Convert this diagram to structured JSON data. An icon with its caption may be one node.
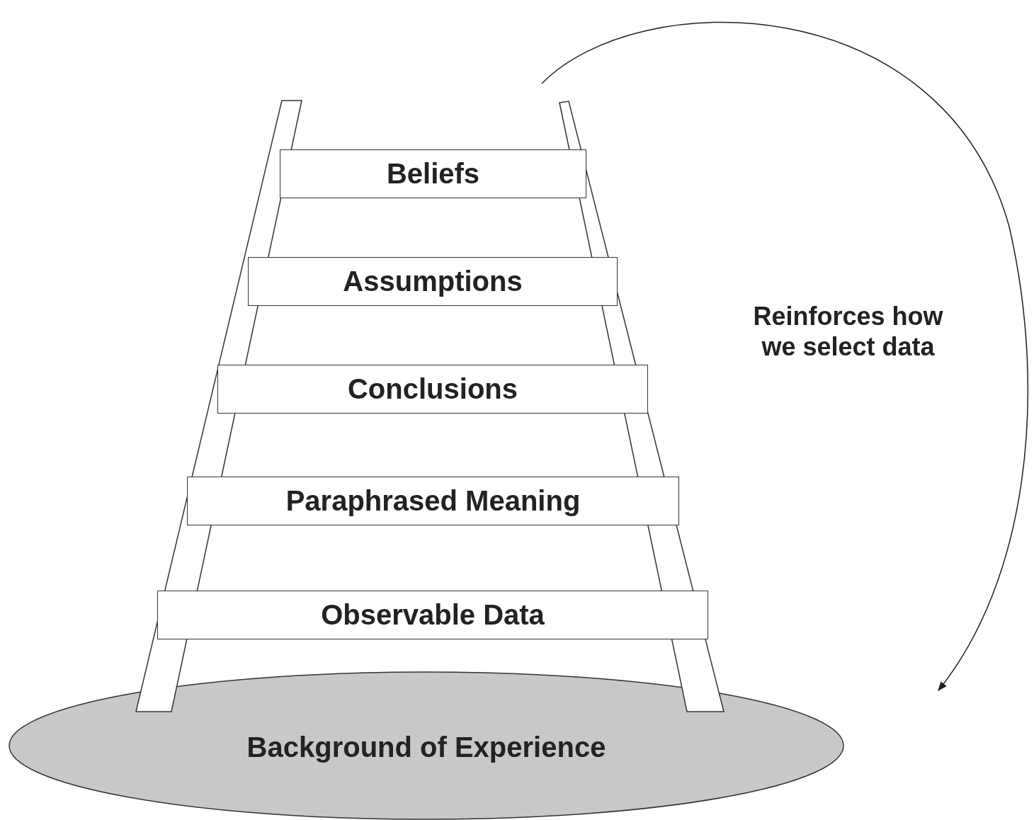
{
  "diagram": {
    "nodes": [
      {
        "text": [
          "Beliefs"
        ]
      },
      {
        "text": [
          "Assumptions"
        ]
      },
      {
        "text": [
          "Conclusions"
        ]
      },
      {
        "text": [
          "Paraphrased Meaning"
        ]
      },
      {
        "text": [
          "Observable Data"
        ]
      },
      {
        "text": [
          "Background of Experience"
        ]
      }
    ],
    "labels": [
      "Reinforces how we select data"
    ]
  }
}
